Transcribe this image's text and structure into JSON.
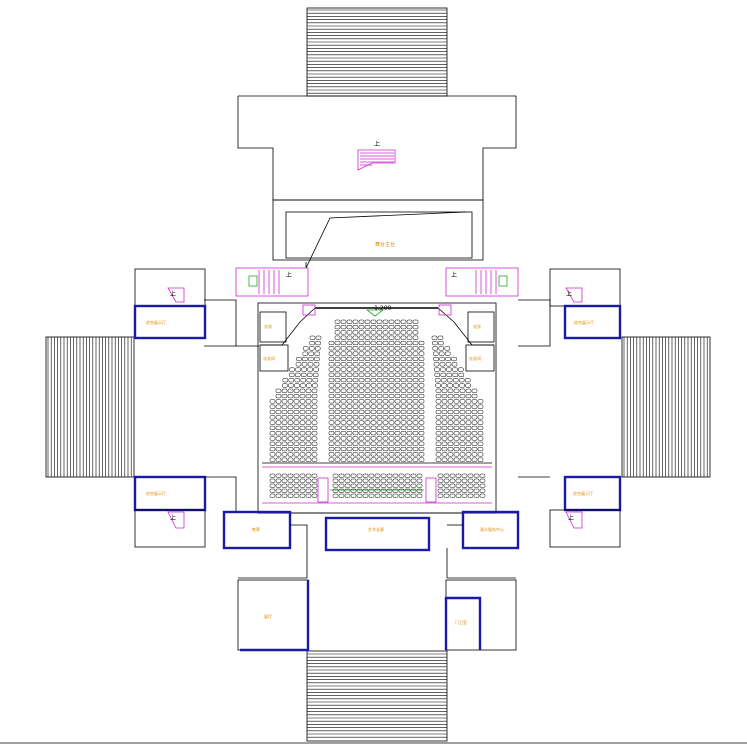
{
  "drawing": {
    "elevation_mark": "-1.200",
    "up_mark": "上"
  },
  "rooms": {
    "stage": "舞台主台",
    "left_upper_hall_room": "综合展示厅",
    "right_upper_hall_room": "综合展示厅",
    "left_lower_hall_room": "综合展示厅",
    "right_lower_hall_room": "综合展示厅",
    "stage_left_room_1": "化妆",
    "stage_left_room_2": "化妆间",
    "stage_right_room_1": "化妆",
    "stage_right_room_2": "化妆间",
    "lobby_left_room": "售票",
    "lobby_center": "艺术长廊",
    "lobby_right_room": "观众服务中心",
    "bottom_left_room": "展厅",
    "bottom_right_room": "门卫室"
  },
  "colors": {
    "wall": "#000000",
    "bold_wall": "#1a1aa8",
    "stair": "#d028d0",
    "label": "#e08a00",
    "green_mark": "#22aa22"
  }
}
